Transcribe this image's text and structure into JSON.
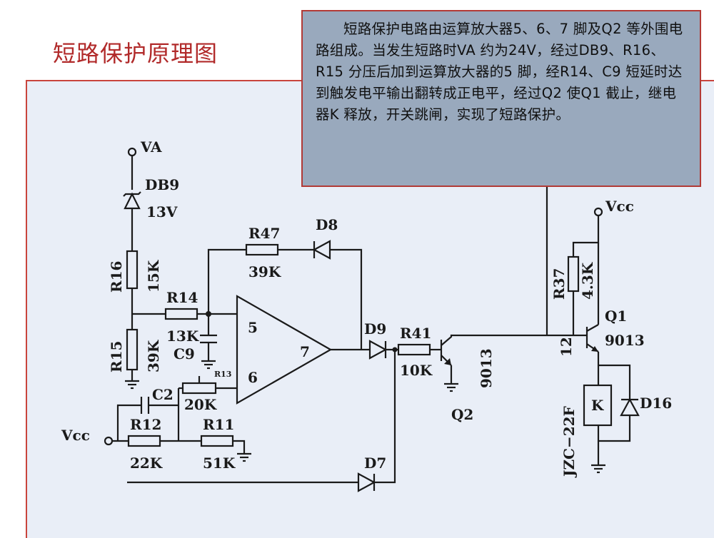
{
  "page": {
    "title": "短路保护原理图",
    "description": "短路保护电路由运算放大器5、6、7 脚及Q2 等外围电路组成。当发生短路时VA 约为24V，经过DB9、R16、R15 分压后加到运算放大器的5 脚，经R14、C9 短延时达到触发电平输出翻转成正电平，经过Q2 使Q1 截止，继电器K 释放，开关跳闸，实现了短路保护。"
  },
  "circuit": {
    "va": "VA",
    "db9_name": "DB9",
    "db9_value": "13V",
    "r16_name": "R16",
    "r16_value": "15K",
    "r15_name": "R15",
    "r15_value": "39K",
    "r14_name": "R14",
    "r14_value": "13K",
    "c9_name": "C9",
    "r47_name": "R47",
    "r47_value": "39K",
    "d8_name": "D8",
    "pin5": "5",
    "pin6": "6",
    "pin7": "7",
    "r13_name": "R13",
    "r13_value": "20K",
    "c2_name": "C2",
    "vcc_left": "Vcc",
    "r12_name": "R12",
    "r12_value": "22K",
    "r11_name": "R11",
    "r11_value": "51K",
    "d9_name": "D9",
    "r41_name": "R41",
    "r41_value": "10K",
    "q2_name": "Q2",
    "q2_type": "9013",
    "d7_name": "D7",
    "vcc_right": "Vcc",
    "r37_name": "R37",
    "r37_value": "4.3K",
    "q1_name": "Q1",
    "q1_type": "9013",
    "relay_pin": "12",
    "relay_model": "JZC−22F",
    "relay_k": "K",
    "d16_name": "D16"
  }
}
